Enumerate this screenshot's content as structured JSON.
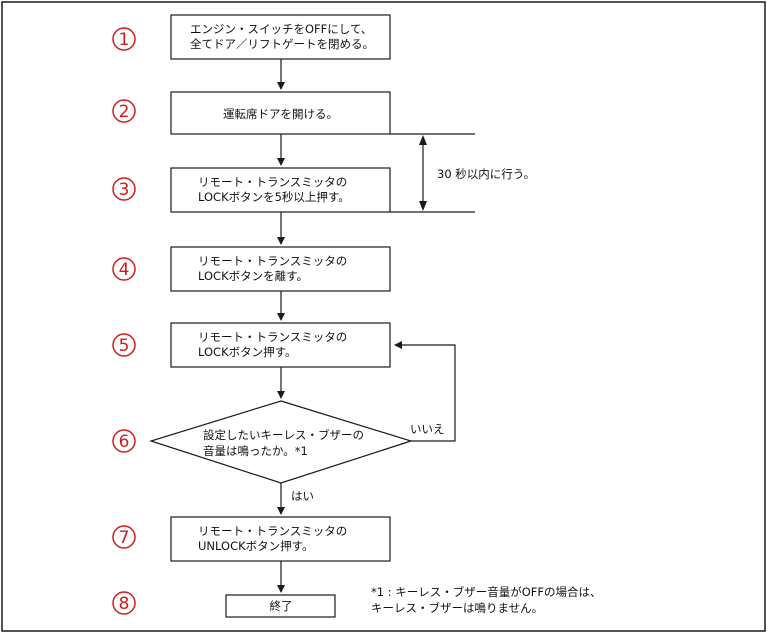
{
  "steps": [
    {
      "number": "1",
      "lines": [
        "エンジン・スイッチをOFFにして、",
        "全てドア／リフトゲートを閉める。"
      ]
    },
    {
      "number": "2",
      "lines": [
        "運転席ドアを開ける。"
      ]
    },
    {
      "number": "3",
      "lines": [
        "リモート・トランスミッタの",
        "LOCKボタンを5秒以上押す。"
      ]
    },
    {
      "number": "4",
      "lines": [
        "リモート・トランスミッタの",
        "LOCKボタンを離す。"
      ]
    },
    {
      "number": "5",
      "lines": [
        "リモート・トランスミッタの",
        "LOCKボタン押す。"
      ]
    },
    {
      "number": "6",
      "lines": [
        "設定したいキーレス・ブザーの",
        "音量は鳴ったか。*1"
      ]
    },
    {
      "number": "7",
      "lines": [
        "リモート・トランスミッタの",
        "UNLOCKボタン押す。"
      ]
    },
    {
      "number": "8",
      "lines": [
        "終了"
      ]
    }
  ],
  "timing_note": "30 秒以内に行う。",
  "branch_no": "いいえ",
  "branch_yes": "はい",
  "footnote": [
    "*1 : キーレス・ブザー音量がOFFの場合は、",
    "キーレス・ブザーは鳴りません。"
  ],
  "colors": {
    "step_number": "#d01c1c",
    "line": "#1a1a1a"
  }
}
